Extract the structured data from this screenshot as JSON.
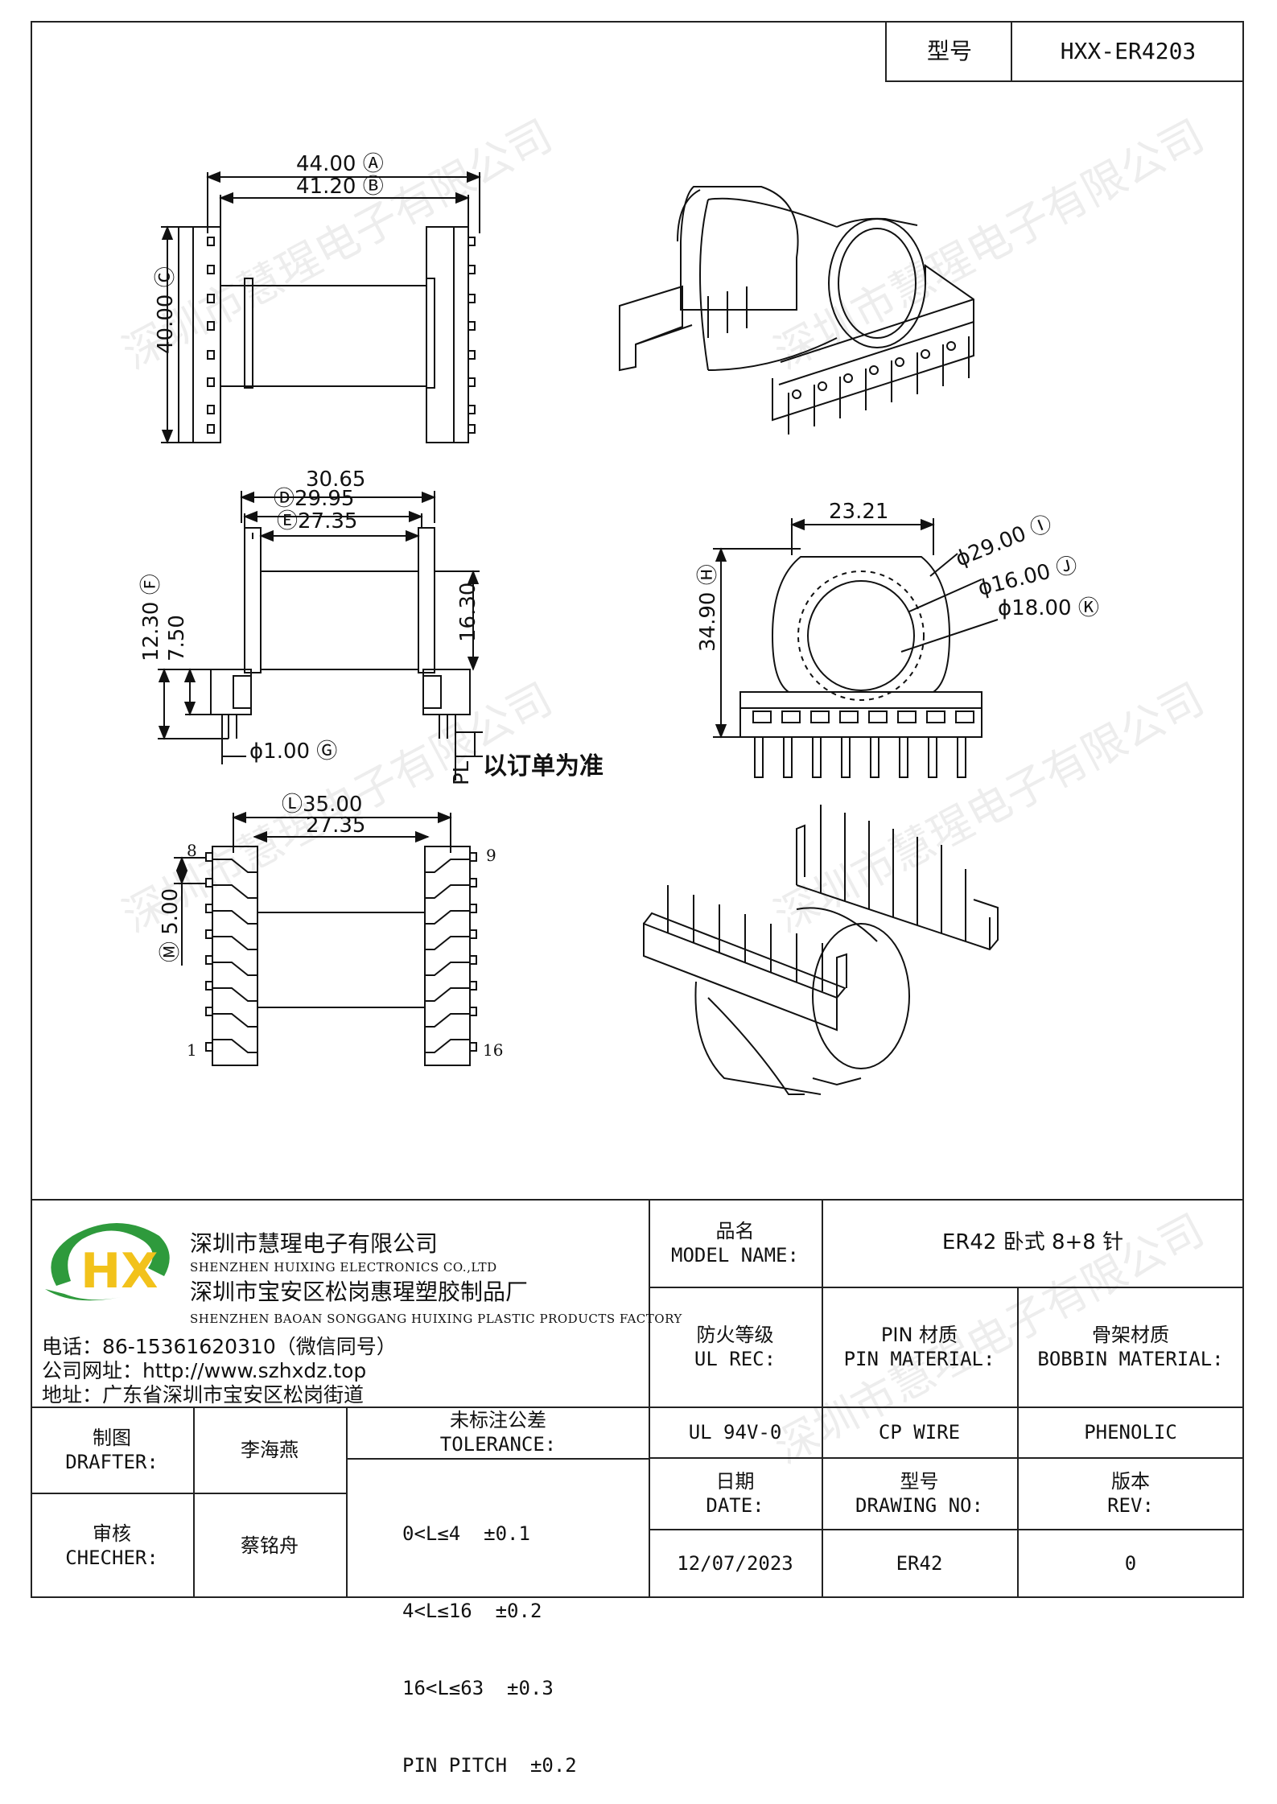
{
  "header": {
    "type_label": "型号",
    "type_value": "HXX-ER4203"
  },
  "drawing": {
    "top_view": {
      "dim_a": "44.00 Ⓐ",
      "dim_b": "41.20 Ⓑ",
      "dim_c": "40.00 Ⓒ"
    },
    "side_view": {
      "dim_total": "30.65",
      "dim_d": "Ⓓ29.95",
      "dim_e": "Ⓔ27.35",
      "dim_f": "12.30 Ⓕ",
      "dim_h2": "7.50",
      "dim_h3": "16.30",
      "pin_dia": "ϕ1.00 Ⓖ",
      "pl_label": "PL",
      "pl_note": "以订单为准"
    },
    "end_view": {
      "dim_w": "23.21",
      "dim_h": "34.90 Ⓗ",
      "dia_i": "ϕ29.00 Ⓘ",
      "dia_j": "ϕ16.00 Ⓙ",
      "dia_k": "ϕ18.00 Ⓚ"
    },
    "bottom_view": {
      "dim_l": "Ⓛ35.00",
      "dim_inner": "27.35",
      "dim_m": "Ⓜ 5.00",
      "pin_8": "8",
      "pin_9": "9",
      "pin_1": "1",
      "pin_16": "16"
    }
  },
  "company": {
    "logo_text": "HX",
    "name_cn": "深圳市慧瑆电子有限公司",
    "name_en": "SHENZHEN HUIXING ELECTRONICS CO.,LTD",
    "factory_cn": "深圳市宝安区松岗惠瑆塑胶制品厂",
    "factory_en": "SHENZHEN BAOAN SONGGANG HUIXING PLASTIC PRODUCTS FACTORY",
    "phone": "电话：86-15361620310（微信同号）",
    "website": "公司网址：http://www.szhxdz.top",
    "address": "地址：广东省深圳市宝安区松岗街道"
  },
  "title_block": {
    "model_name_label_cn": "品名",
    "model_name_label_en": "MODEL NAME:",
    "model_name_value": "ER42 卧式 8+8 针",
    "fire_label_cn": "防火等级",
    "fire_label_en": "UL REC:",
    "pin_mat_label_cn": "PIN 材质",
    "pin_mat_label_en": "PIN MATERIAL:",
    "bobbin_label_cn": "骨架材质",
    "bobbin_label_en": "BOBBIN MATERIAL:",
    "fire_value": "UL 94V-0",
    "pin_mat_value": "CP WIRE",
    "bobbin_value": "PHENOLIC",
    "drafter_cn": "制图",
    "drafter_en": "DRAFTER:",
    "drafter_name": "李海燕",
    "checker_cn": "审核",
    "checker_en": "CHECHER:",
    "checker_name": "蔡铭舟",
    "tolerance_cn": "未标注公差",
    "tolerance_en": "TOLERANCE:",
    "tolerances": [
      "0<L≤4  ±0.1",
      "4<L≤16  ±0.2",
      "16<L≤63  ±0.3",
      "PIN PITCH  ±0.2"
    ],
    "date_cn": "日期",
    "date_en": "DATE:",
    "drawing_no_cn": "型号",
    "drawing_no_en": "DRAWING NO:",
    "rev_cn": "版本",
    "rev_en": "REV:",
    "date_value": "12/07/2023",
    "drawing_no_value": "ER42",
    "rev_value": "0"
  },
  "colors": {
    "logo_green": "#2e9a3c",
    "logo_yellow": "#f2c21b",
    "line": "#222222"
  }
}
